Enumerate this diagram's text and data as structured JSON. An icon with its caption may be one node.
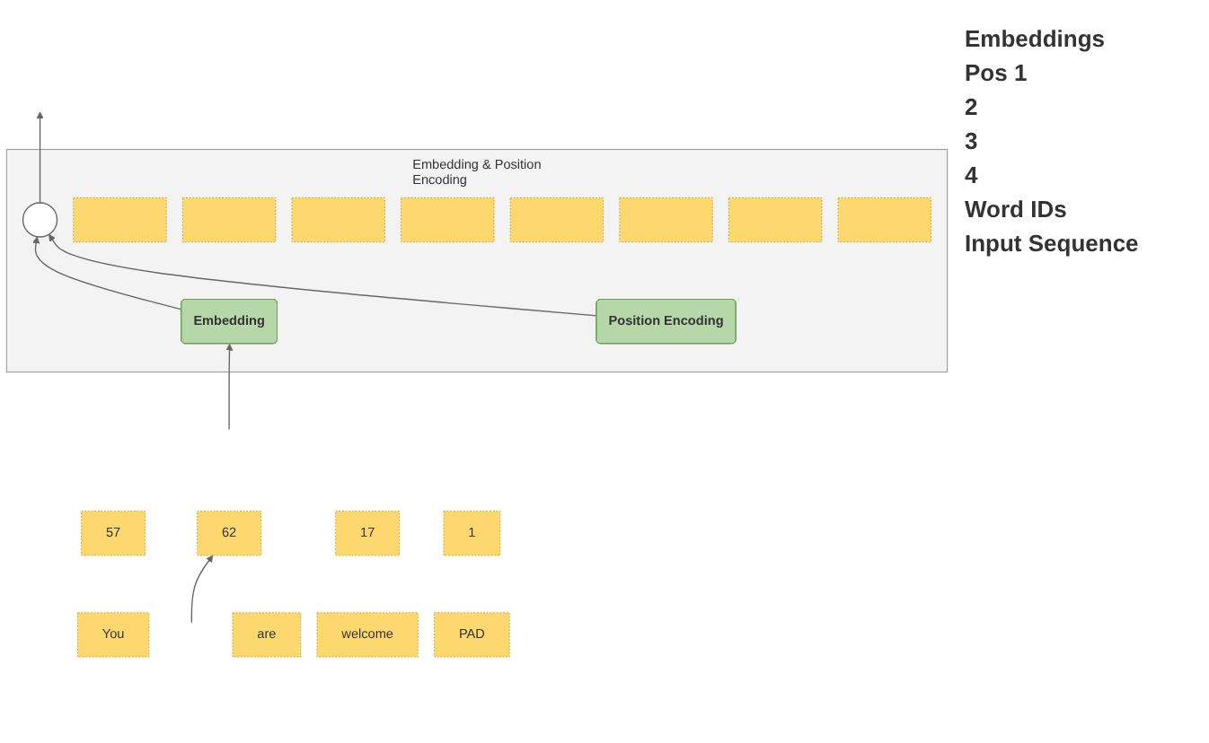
{
  "diagram": {
    "nodes": [
      {
        "text": [
          "Embedding & Position Encoding"
        ]
      },
      {
        "text": [],
        "shape": "circle",
        "in": 0
      },
      {
        "text": [],
        "shape": "bar",
        "in": 0
      },
      {
        "text": [],
        "shape": "bar",
        "in": 0
      },
      {
        "text": [],
        "shape": "bar",
        "in": 0
      },
      {
        "text": [],
        "shape": "bar",
        "in": 0
      },
      {
        "text": [],
        "shape": "bar",
        "in": 0
      },
      {
        "text": [],
        "shape": "bar",
        "in": 0
      },
      {
        "text": [],
        "shape": "bar",
        "in": 0
      },
      {
        "text": [],
        "shape": "bar",
        "in": 0
      },
      {
        "text": [
          "Embedding"
        ],
        "in": 0
      },
      {
        "text": [
          "Position Encoding"
        ],
        "in": 0
      },
      {
        "text": [
          "57"
        ]
      },
      {
        "text": [
          "62"
        ]
      },
      {
        "text": [
          "17"
        ]
      },
      {
        "text": [
          "1"
        ]
      },
      {
        "text": [
          "You"
        ]
      },
      {
        "text": [
          "are"
        ]
      },
      {
        "text": [
          "welcome"
        ]
      },
      {
        "text": [
          "PAD"
        ]
      }
    ],
    "edges": [
      {
        "from": 10,
        "to": 1,
        "arrow": "to"
      },
      {
        "from": 11,
        "to": 1,
        "arrow": "to"
      },
      {
        "from": 1,
        "to": null,
        "arrow": "to"
      },
      {
        "from": null,
        "to": 10,
        "arrow": "to"
      },
      {
        "from": null,
        "to": 13,
        "arrow": "to"
      }
    ],
    "labels": [
      "Embeddings",
      "Pos 1",
      "2",
      "3",
      "4",
      "Word IDs",
      "Input Sequence"
    ]
  }
}
